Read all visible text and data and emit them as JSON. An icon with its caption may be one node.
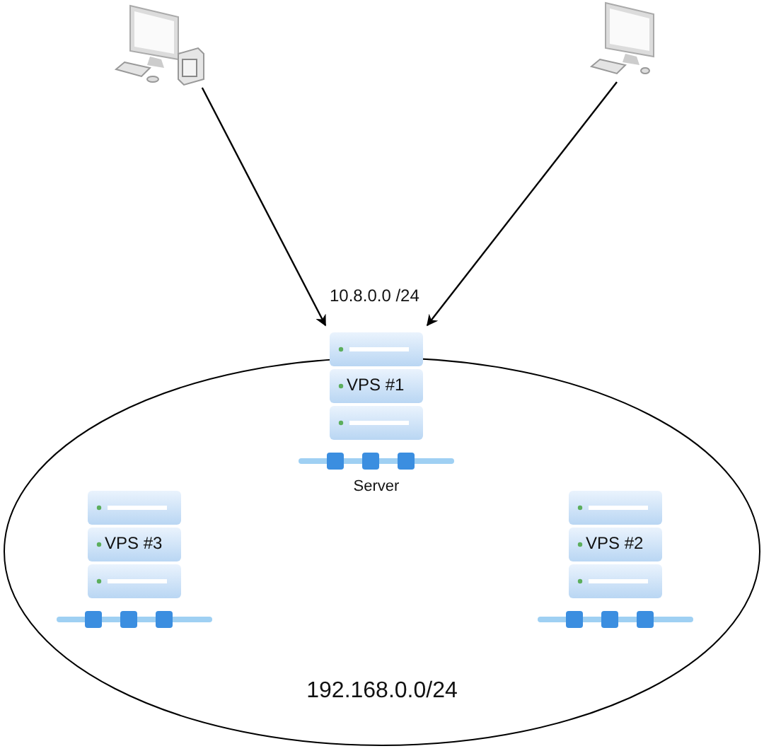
{
  "diagram": {
    "nodes": [
      {
        "text": [],
        "shape": "picture"
      },
      {
        "text": [],
        "shape": "picture"
      },
      {
        "text": [
          "192.168.0.0/24"
        ]
      },
      {
        "text": [
          "VPS #1"
        ],
        "beside": [
          "Server"
        ]
      },
      {
        "text": [
          "VPS #3"
        ],
        "in": 2
      },
      {
        "text": [
          "VPS #2"
        ],
        "in": 2
      }
    ],
    "edges": [
      {
        "from": 0,
        "to": 3,
        "arrow": "to"
      },
      {
        "from": 1,
        "to": 3,
        "arrow": "to"
      }
    ],
    "labels": [
      "10.8.0.0 /24"
    ]
  }
}
